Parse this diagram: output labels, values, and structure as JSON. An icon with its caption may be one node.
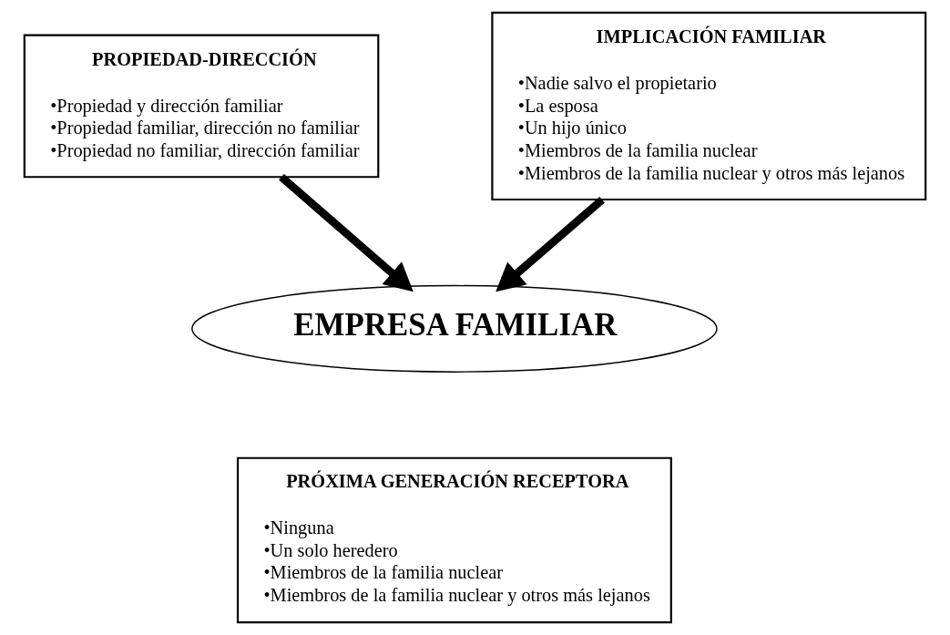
{
  "diagram": {
    "nodes": [
      {
        "text": [
          "PROPIEDAD-DIRECCIÓN",
          "•Propiedad y dirección familiar",
          "•Propiedad familiar, dirección no familiar",
          "•Propiedad no familiar, dirección familiar"
        ]
      },
      {
        "text": [
          "IMPLICACIÓN FAMILIAR",
          "•Nadie salvo el propietario",
          "•La esposa",
          "•Un hijo único",
          "•Miembros de la familia nuclear",
          "•Miembros de la familia nuclear y otros más lejanos"
        ]
      },
      {
        "text": [
          "EMPRESA FAMILIAR"
        ]
      },
      {
        "text": [
          "PRÓXIMA GENERACIÓN RECEPTORA",
          "•Ninguna",
          "•Un solo heredero",
          "•Miembros de la familia nuclear",
          "•Miembros de la familia nuclear y otros más lejanos"
        ]
      }
    ],
    "edges": [
      {
        "from": 0,
        "to": 2,
        "arrow": "to"
      },
      {
        "from": 1,
        "to": 2,
        "arrow": "to"
      }
    ]
  }
}
